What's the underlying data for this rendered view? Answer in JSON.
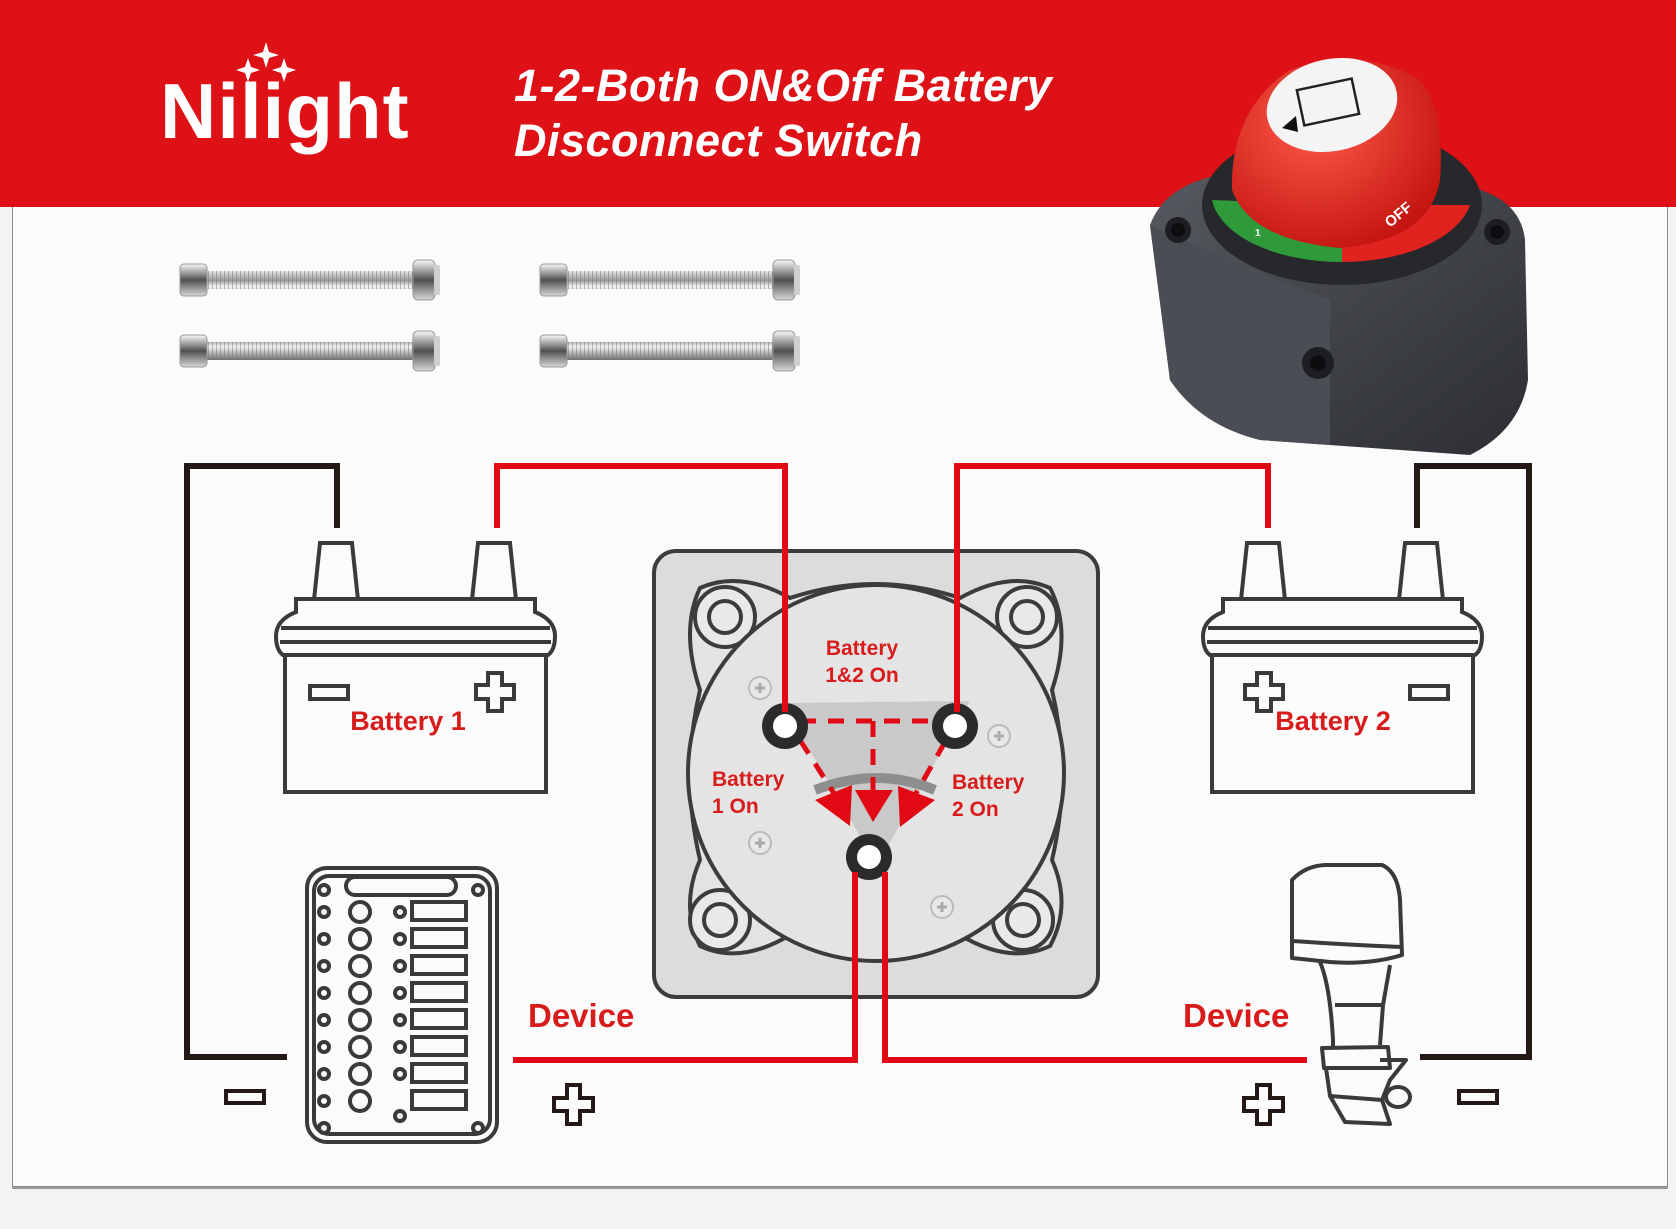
{
  "brand": {
    "name": "Nilight",
    "logo_icon": "sparkle-stars-icon",
    "accent_color": "#dd1116"
  },
  "header": {
    "title_line1": "1-2-Both ON&Off Battery",
    "title_line2": "Disconnect Switch"
  },
  "product_photo": {
    "icon": "battery-switch-photo",
    "knob_label": "OFF",
    "ring_label": "1",
    "knob_symbol": "battery-icon",
    "colors": {
      "knob": "#e0231f",
      "ring_green": "#2e9a3a",
      "body": "#3d4046"
    }
  },
  "hardware": {
    "icon": "bolt-icon",
    "count": 4
  },
  "diagram": {
    "wire_colors": {
      "positive": "#e00914",
      "negative": "#231815"
    },
    "battery1": {
      "label": "Battery 1",
      "pos_symbol": "+",
      "neg_symbol": "-"
    },
    "battery2": {
      "label": "Battery 2",
      "pos_symbol": "+",
      "neg_symbol": "-"
    },
    "switch": {
      "label_both": [
        "Battery",
        "1&2 On"
      ],
      "label_1": [
        "Battery",
        "1 On"
      ],
      "label_2": [
        "Battery",
        "2 On"
      ]
    },
    "device_left": {
      "label": "Device",
      "icon": "circuit-panel-icon",
      "pos_symbol": "+",
      "neg_symbol": "-"
    },
    "device_right": {
      "label": "Device",
      "icon": "outboard-motor-icon",
      "pos_symbol": "+",
      "neg_symbol": "-"
    }
  }
}
